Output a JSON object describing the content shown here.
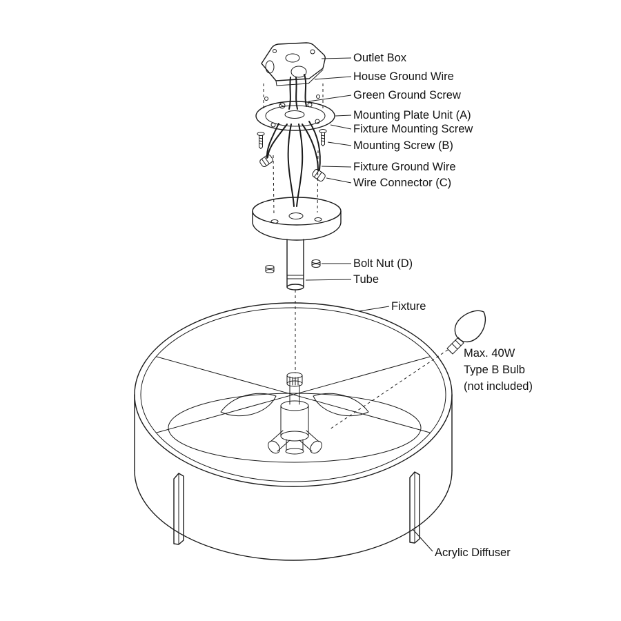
{
  "diagram": {
    "parts": {
      "outlet_box": "Outlet Box",
      "house_ground_wire": "House Ground Wire",
      "green_ground_screw": "Green Ground Screw",
      "mounting_plate_unit": "Mounting Plate Unit (A)",
      "fixture_mounting_screw": "Fixture Mounting Screw",
      "mounting_screw_b": "Mounting Screw (B)",
      "fixture_ground_wire": "Fixture Ground Wire",
      "wire_connector": "Wire Connector (C)",
      "bolt_nut": "Bolt Nut (D)",
      "tube": "Tube",
      "fixture": "Fixture",
      "acrylic_diffuser": "Acrylic Diffuser"
    },
    "bulb_note": {
      "line1": "Max. 40W",
      "line2": "Type B Bulb",
      "line3": "(not included)"
    },
    "colors": {
      "line": "#1a1a1a",
      "background": "#ffffff"
    }
  }
}
